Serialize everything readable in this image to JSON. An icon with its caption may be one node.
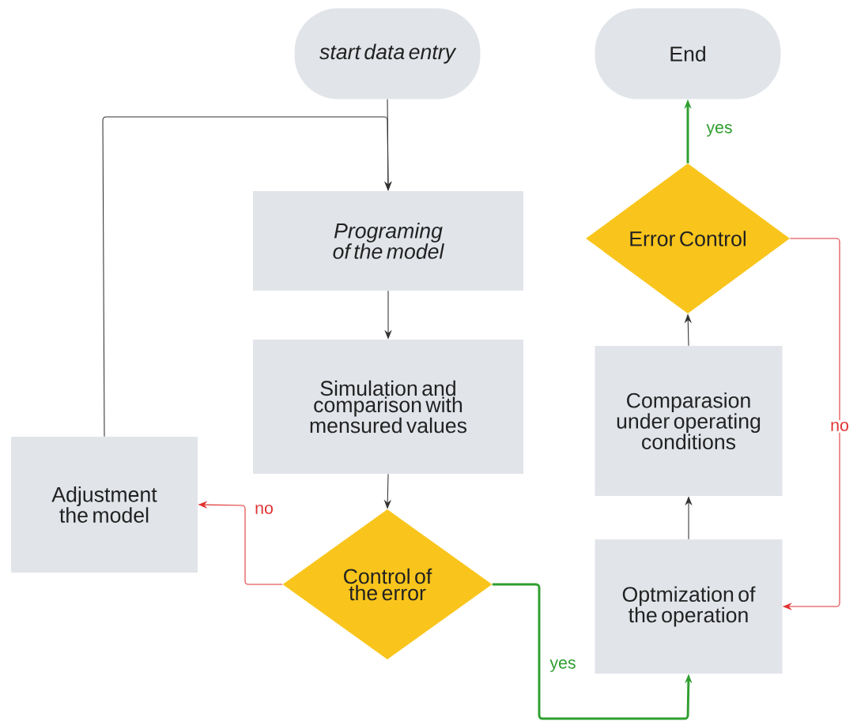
{
  "diagram": {
    "nodes": [
      {
        "text": [
          "start data entry"
        ]
      },
      {
        "text": [
          "End"
        ]
      },
      {
        "text": [
          "Programing of the model"
        ]
      },
      {
        "text": [
          "Simulation and comparison with mensured values"
        ]
      },
      {
        "text": [
          "Adjustment the model"
        ]
      },
      {
        "text": [
          "Control of the error"
        ]
      },
      {
        "text": [
          "Error Control"
        ]
      },
      {
        "text": [
          "Comparasion under operating conditions"
        ]
      },
      {
        "text": [
          "Optmization of the operation"
        ]
      }
    ],
    "edges": [
      {
        "from": 0,
        "to": 2,
        "arrow": "to"
      },
      {
        "from": 4,
        "to": 2,
        "arrow": "to"
      },
      {
        "from": 2,
        "to": 3,
        "arrow": "to"
      },
      {
        "from": 3,
        "to": 5,
        "arrow": "to"
      },
      {
        "from": 5,
        "to": 4,
        "arrow": "to",
        "label": "no",
        "color": "#e03131"
      },
      {
        "from": 5,
        "to": 8,
        "arrow": "to",
        "label": "yes",
        "style": "thick",
        "color": "#2f9e2f"
      },
      {
        "from": 8,
        "to": 7,
        "arrow": "to"
      },
      {
        "from": 7,
        "to": 6,
        "arrow": "to"
      },
      {
        "from": 6,
        "to": 1,
        "arrow": "to",
        "label": "yes",
        "style": "thick",
        "color": "#2f9e2f"
      },
      {
        "from": 6,
        "to": 8,
        "arrow": "to",
        "label": "no",
        "color": "#e03131"
      }
    ]
  }
}
